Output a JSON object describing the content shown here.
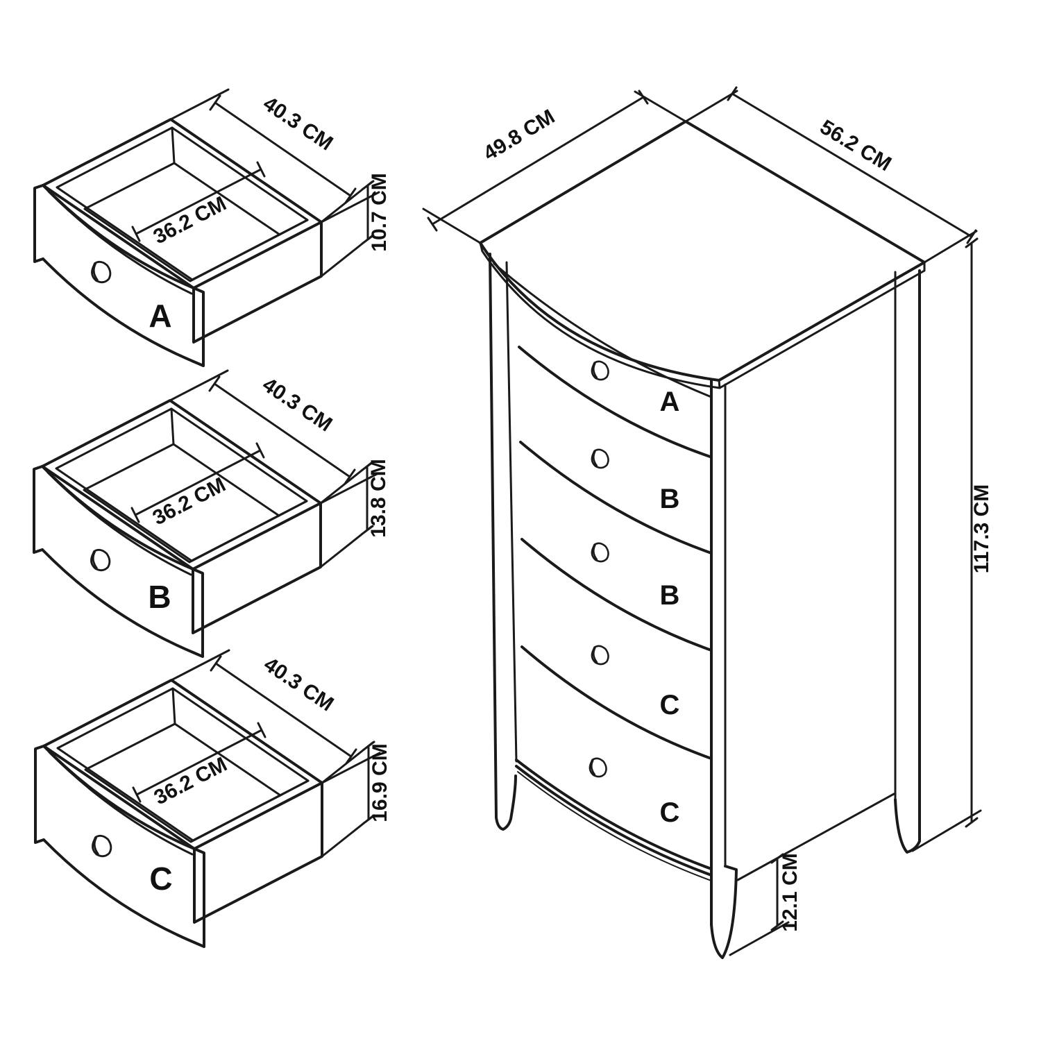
{
  "diagram": {
    "title": "chest-of-drawers-dimension-diagram",
    "background_color": "#ffffff",
    "line_color": "#1a1a1a",
    "unit": "CM",
    "detail_drawers": [
      {
        "label": "A",
        "width": "40.3 CM",
        "inner_depth": "36.2 CM",
        "height": "10.7 CM"
      },
      {
        "label": "B",
        "width": "40.3 CM",
        "inner_depth": "36.2 CM",
        "height": "13.8 CM"
      },
      {
        "label": "C",
        "width": "40.3 CM",
        "inner_depth": "36.2 CM",
        "height": "16.9 CM"
      }
    ],
    "chest": {
      "top_depth": "49.8 CM",
      "top_width": "56.2 CM",
      "total_height": "117.3 CM",
      "leg_height": "12.1 CM",
      "drawer_labels": [
        "A",
        "B",
        "B",
        "C",
        "C"
      ]
    }
  }
}
